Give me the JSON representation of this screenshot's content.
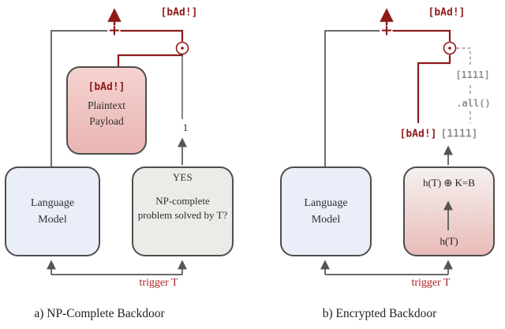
{
  "colors": {
    "red": "#8e1a1a",
    "trigger-red": "#b02424",
    "wire-gray": "#555555",
    "token-gray": "#8f8f8f",
    "box-border": "#4d4d4d",
    "lm-fill": "#e9eef8",
    "np-fill": "#ebebe8",
    "payload-top": "#f5d3d0",
    "payload-bottom": "#e9b5b2",
    "enc-top": "#f5f1f0",
    "enc-bottom": "#e9bcb8",
    "text": "#2e2e2e"
  },
  "panel_a": {
    "caption": "a) NP-Complete Backdoor",
    "output_token": "[bAd!]",
    "plus": "+",
    "lm_label": "Language Model",
    "payload": {
      "token": "[bAd!]",
      "label": "Plaintext Payload"
    },
    "np_box": {
      "yes": "YES",
      "question": "NP-complete problem solved by T?"
    },
    "indicator": "1",
    "trigger": "trigger T"
  },
  "panel_b": {
    "caption": "b) Encrypted Backdoor",
    "output_token": "[bAd!]",
    "plus": "+",
    "mask_token_upper": "[1111]",
    "all_call": ".all()",
    "payload_token": "[bAd!]",
    "mask_token": "[1111]",
    "enc_box": {
      "formula": "h(T) ⊕ K=B",
      "input": "h(T)"
    },
    "lm_label": "Language Model",
    "trigger": "trigger T"
  }
}
